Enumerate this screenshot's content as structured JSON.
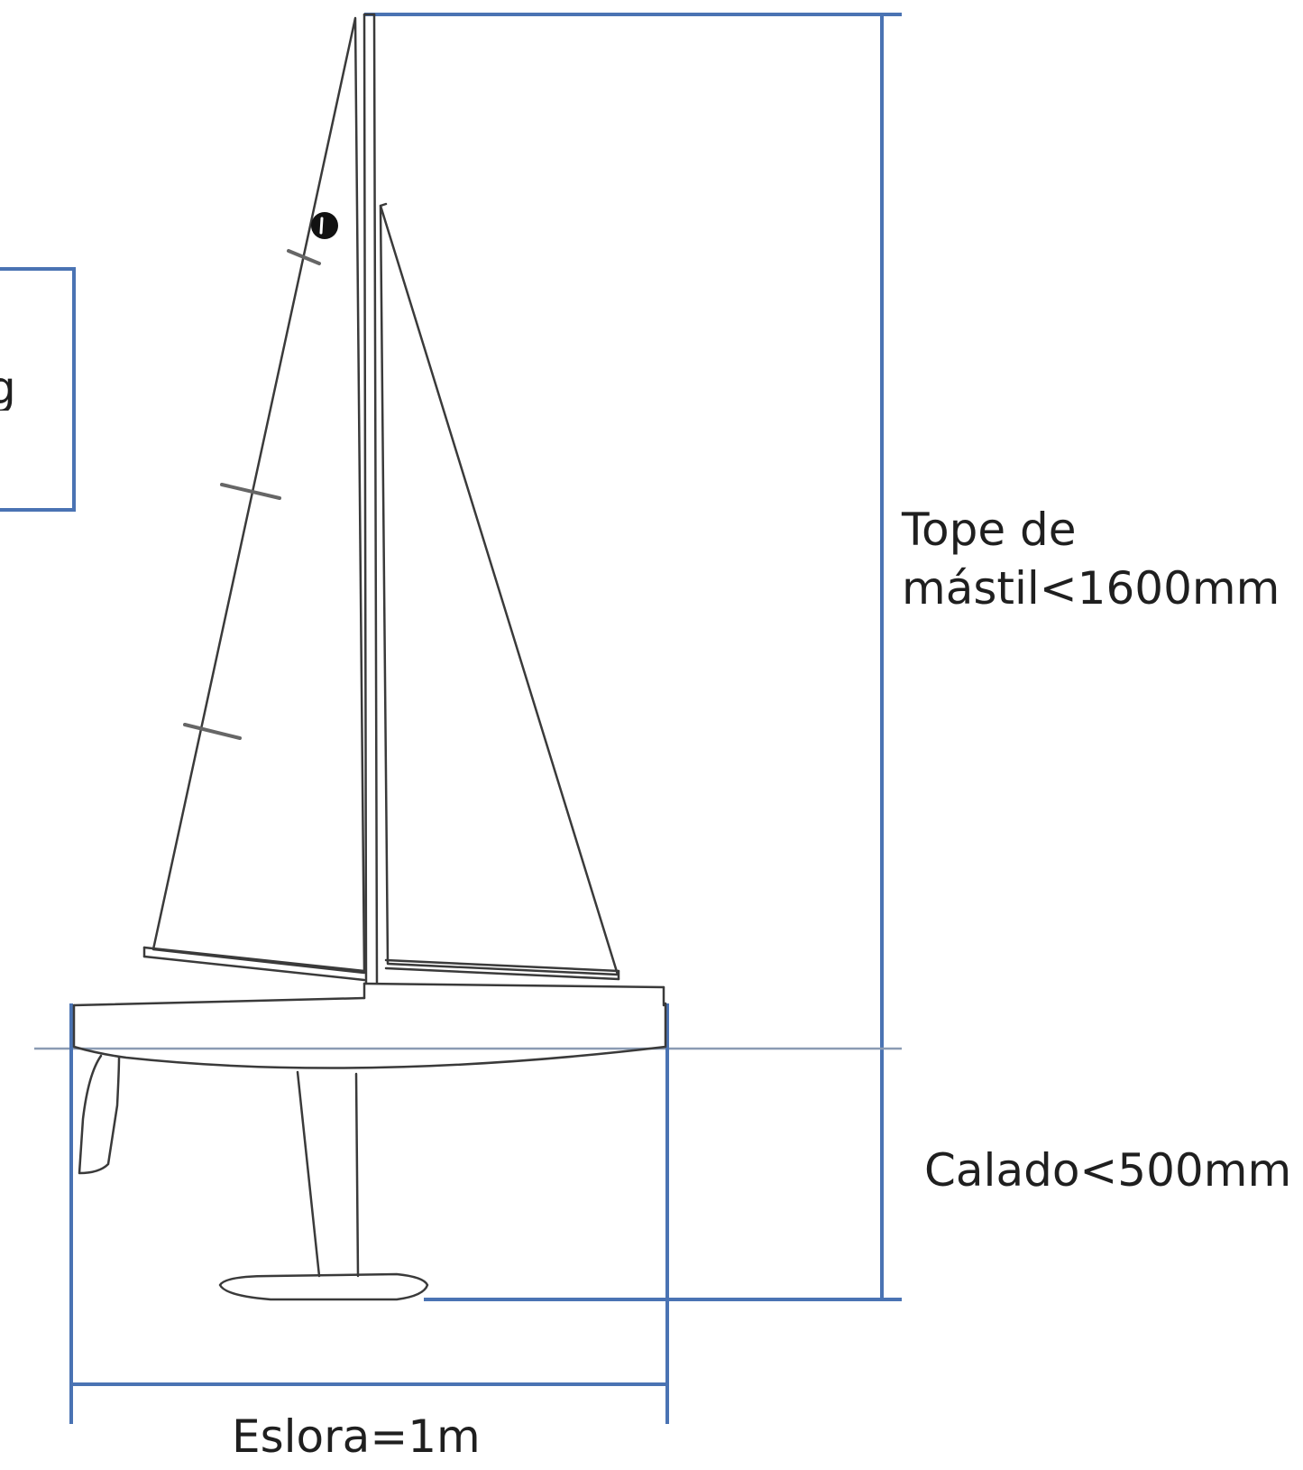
{
  "dimensions": {
    "mast_height_line1": "Tope de",
    "mast_height_line2": "mástil<1600mm",
    "draft": "Calado<500mm",
    "length": "Eslora=1m"
  },
  "cropped_box": {
    "visible_glyph": "g"
  },
  "colors": {
    "dimension_lines": "#4a73b3",
    "boat_outline": "#3a3a3a",
    "text": "#1f1f1f"
  }
}
